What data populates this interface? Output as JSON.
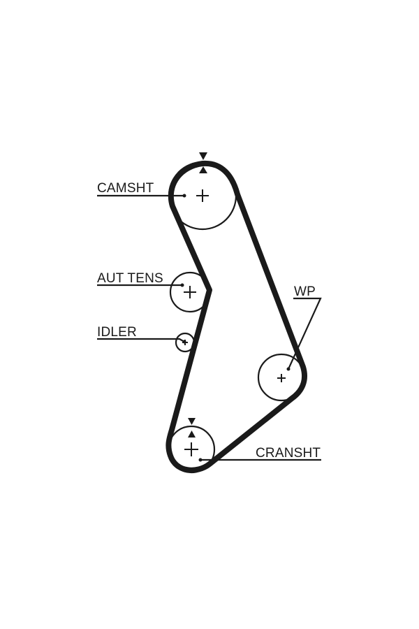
{
  "diagram": {
    "labels": {
      "camshaft": "CAMSHT",
      "tensioner": "AUT TENS",
      "idler": "IDLER",
      "water_pump": "WP",
      "crankshaft": "CRANSHT"
    },
    "colors": {
      "ink": "#1a1a1a",
      "background": "#ffffff"
    }
  }
}
